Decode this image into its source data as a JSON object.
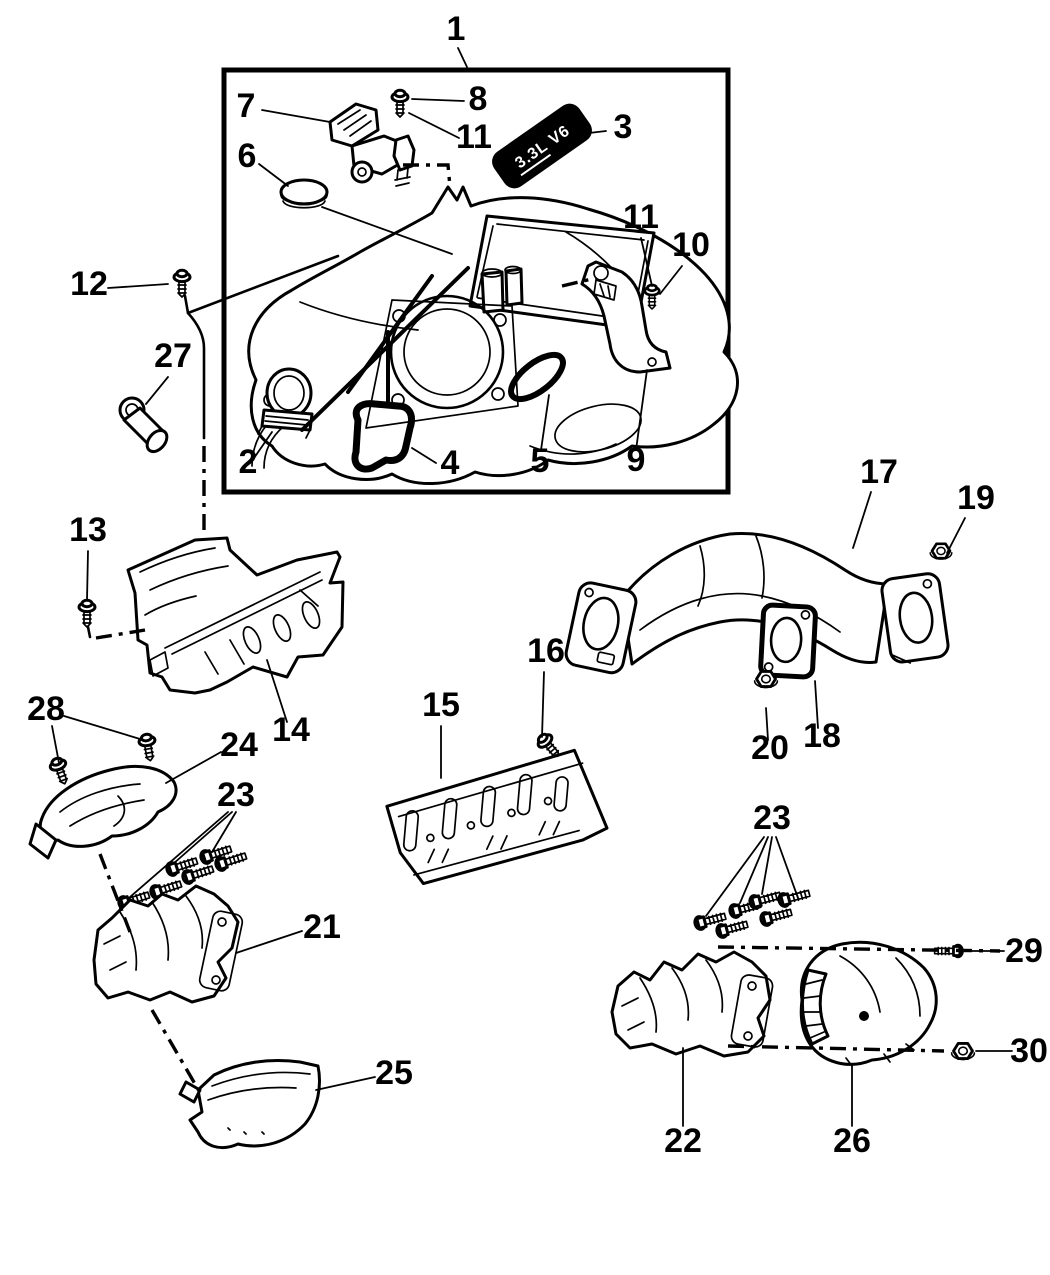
{
  "diagram": {
    "background": "#ffffff",
    "ink": "#000000",
    "engine_badge": {
      "text": "3.3L V6",
      "bg": "#000000",
      "fg": "#ffffff"
    },
    "callouts": [
      {
        "label": "1"
      },
      {
        "label": "7"
      },
      {
        "label": "8"
      },
      {
        "label": "11"
      },
      {
        "label": "3"
      },
      {
        "label": "6"
      },
      {
        "label": "12"
      },
      {
        "label": "11"
      },
      {
        "label": "10"
      },
      {
        "label": "27"
      },
      {
        "label": "2"
      },
      {
        "label": "4"
      },
      {
        "label": "5"
      },
      {
        "label": "9"
      },
      {
        "label": "13"
      },
      {
        "label": "14"
      },
      {
        "label": "28"
      },
      {
        "label": "24"
      },
      {
        "label": "23"
      },
      {
        "label": "15"
      },
      {
        "label": "16"
      },
      {
        "label": "17"
      },
      {
        "label": "19"
      },
      {
        "label": "18"
      },
      {
        "label": "20"
      },
      {
        "label": "21"
      },
      {
        "label": "23"
      },
      {
        "label": "29"
      },
      {
        "label": "25"
      },
      {
        "label": "22"
      },
      {
        "label": "26"
      },
      {
        "label": "30"
      }
    ]
  }
}
